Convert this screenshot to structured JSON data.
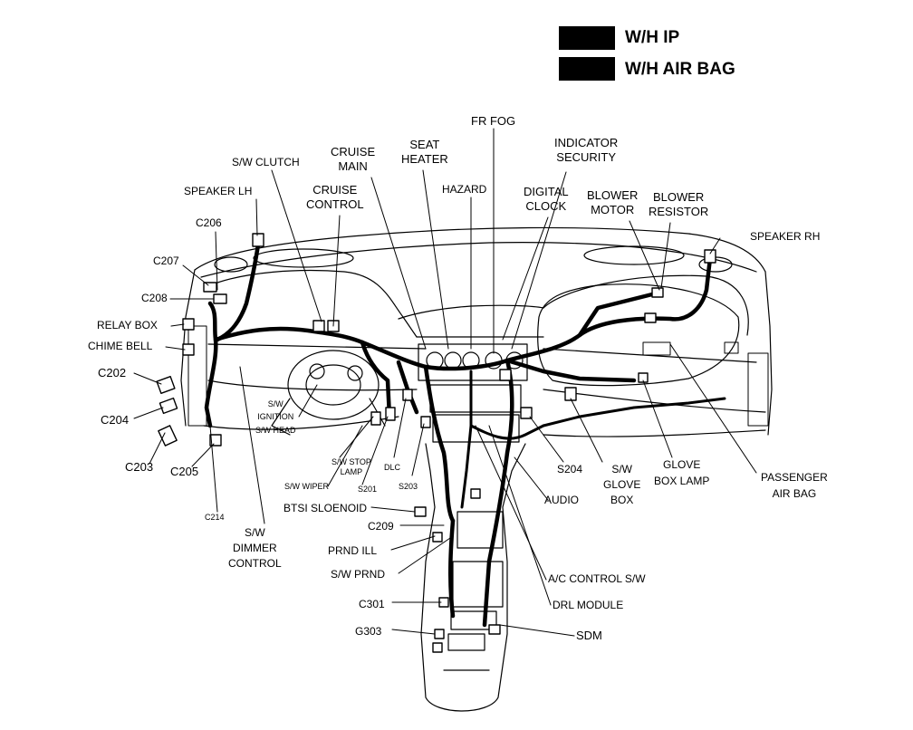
{
  "legend": {
    "items": [
      {
        "label": "W/H IP"
      },
      {
        "label": "W/H AIR BAG"
      }
    ]
  },
  "labels": {
    "fr_fog": "FR FOG",
    "indicator_security": [
      "INDICATOR",
      "SECURITY"
    ],
    "seat_heater": [
      "SEAT",
      "HEATER"
    ],
    "cruise_main": [
      "CRUISE",
      "MAIN"
    ],
    "sw_clutch": "S/W CLUTCH",
    "cruise_control": [
      "CRUISE",
      "CONTROL"
    ],
    "hazard": "HAZARD",
    "digital_clock": [
      "DIGITAL",
      "CLOCK"
    ],
    "blower_motor": [
      "BLOWER",
      "MOTOR"
    ],
    "blower_resistor": [
      "BLOWER",
      "RESISTOR"
    ],
    "speaker_lh": "SPEAKER LH",
    "speaker_rh": "SPEAKER RH",
    "c206": "C206",
    "c207": "C207",
    "c208": "C208",
    "relay_box": "RELAY BOX",
    "chime_bell": "CHIME BELL",
    "c202": "C202",
    "c204": "C204",
    "c203": "C203",
    "c205": "C205",
    "c214": "C214",
    "sw_ignition_head": [
      "S/W",
      "IGNITION",
      "S/W HEAD"
    ],
    "sw_stop_lamp": [
      "S/W STOP",
      "LAMP"
    ],
    "dlc": "DLC",
    "s201": "S201",
    "s203": "S203",
    "sw_wiper": "S/W WIPER",
    "sw_dimmer_control": [
      "S/W",
      "DIMMER",
      "CONTROL"
    ],
    "btsi_solenoid": "BTSI SLOENOID",
    "c209": "C209",
    "prnd_ill": "PRND ILL",
    "sw_prnd": "S/W PRND",
    "c301": "C301",
    "g303": "G303",
    "sdm": "SDM",
    "drl_module": "DRL MODULE",
    "ac_control_sw": "A/C CONTROL S/W",
    "audio": "AUDIO",
    "s204": "S204",
    "sw_glove_box": [
      "S/W",
      "GLOVE",
      "BOX"
    ],
    "glove_box_lamp": [
      "GLOVE",
      "BOX LAMP"
    ],
    "passenger_air_bag": [
      "PASSENGER",
      "AIR BAG"
    ]
  },
  "colors": {
    "ink": "#000000",
    "background": "#ffffff"
  }
}
